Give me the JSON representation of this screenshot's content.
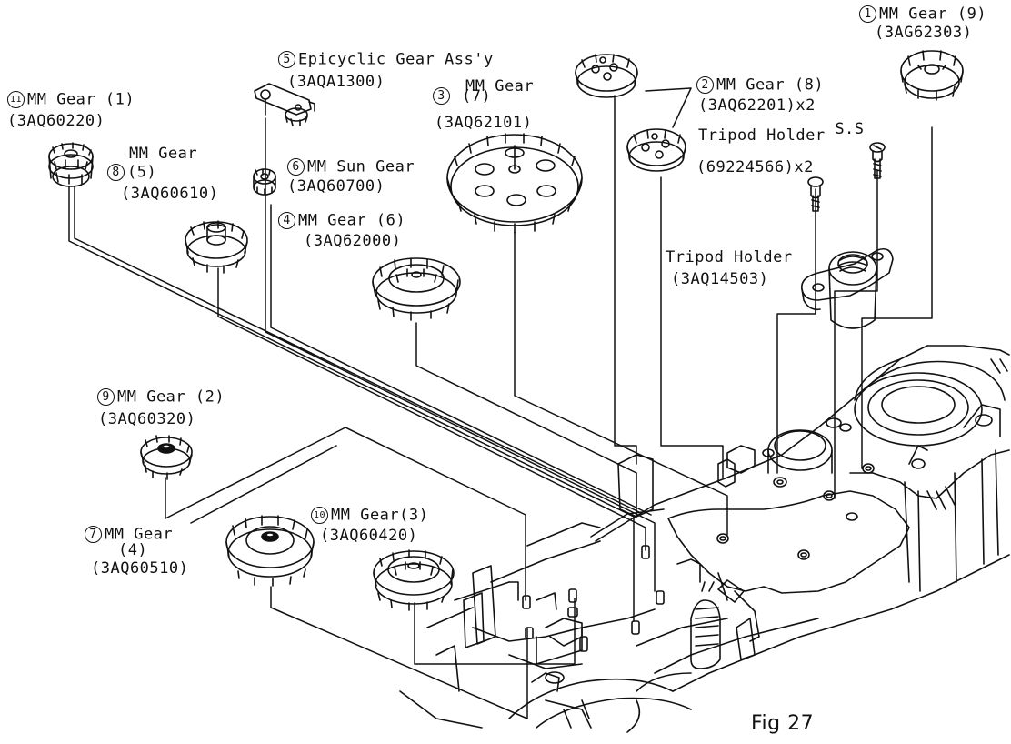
{
  "figure": "Fig 27",
  "callouts": {
    "c1": {
      "num": "1",
      "name": "MM Gear (9)",
      "code": "(3AG62303)"
    },
    "c2": {
      "num": "2",
      "name": "MM Gear (8)",
      "code": "(3AQ62201)x2"
    },
    "c3": {
      "num": "3",
      "name": "MM Gear",
      "sub": "(7)",
      "code": "(3AQ62101)"
    },
    "c4": {
      "num": "4",
      "name": "MM Gear (6)",
      "code": "(3AQ62000)"
    },
    "c5": {
      "num": "5",
      "name": "Epicyclic Gear Ass'y",
      "code": "(3AQA1300)"
    },
    "c6": {
      "num": "6",
      "name": "MM Sun Gear",
      "code": "(3AQ60700)"
    },
    "c7": {
      "num": "7",
      "name": "MM Gear",
      "sub": "(4)",
      "code": "(3AQ60510)"
    },
    "c8": {
      "num": "8",
      "name": "MM Gear",
      "sub": "(5)",
      "code": "(3AQ60610)"
    },
    "c9": {
      "num": "9",
      "name": "MM Gear (2)",
      "code": "(3AQ60320)"
    },
    "c10": {
      "num": "10",
      "name": "MM Gear(3)",
      "code": "(3AQ60420)"
    },
    "c11": {
      "num": "11",
      "name": "MM Gear (1)",
      "code": "(3AQ60220)"
    },
    "tripod_holder_ss": {
      "name": "Tripod Holder",
      "suffix": "S.S",
      "code": "(69224566)x2"
    },
    "tripod_holder": {
      "name": "Tripod Holder",
      "code": "(3AQ14503)"
    }
  }
}
